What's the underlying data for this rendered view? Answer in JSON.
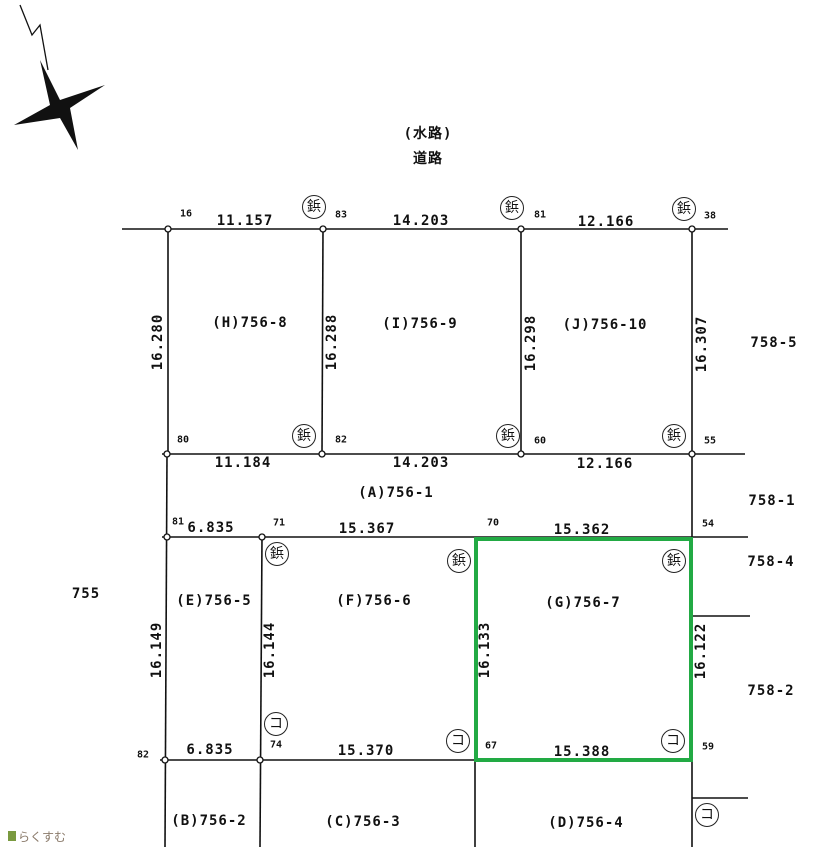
{
  "roads": {
    "waterway": "(水路)",
    "road": "道路"
  },
  "parcels": {
    "H": "(H)756-8",
    "I": "(I)756-9",
    "J": "(J)756-10",
    "A": "(A)756-1",
    "E": "(E)756-5",
    "F": "(F)756-6",
    "G": "(G)756-7",
    "B": "(B)756-2",
    "C": "(C)756-3",
    "D": "(D)756-4"
  },
  "neighbors": [
    "758-5",
    "758-1",
    "758-4",
    "758-2",
    "755"
  ],
  "points": [
    "16",
    "83",
    "81",
    "38",
    "80",
    "82",
    "60",
    "55",
    "81",
    "71",
    "70",
    "54",
    "82",
    "74",
    "67",
    "59"
  ],
  "distances": {
    "top": [
      "11.157",
      "14.203",
      "12.166"
    ],
    "mid": [
      "11.184",
      "14.203",
      "12.166"
    ],
    "row3": [
      "6.835",
      "15.367",
      "15.362"
    ],
    "row4": [
      "6.835",
      "15.370",
      "15.388"
    ],
    "vert_top": [
      "16.280",
      "16.288",
      "16.298",
      "16.307"
    ],
    "vert_bot": [
      "16.149",
      "16.144",
      "16.133",
      "16.122"
    ]
  },
  "symbols": {
    "rivet": "鋲",
    "ko": "コ"
  },
  "highlight_color": "#22aa44",
  "watermark": "らくすむ"
}
